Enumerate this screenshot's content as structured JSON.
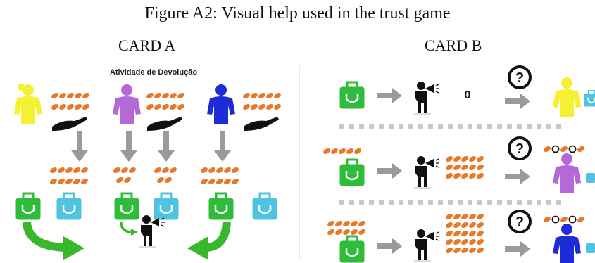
{
  "figure": {
    "caption": "Figure A2: Visual help used in the trust game"
  },
  "card_a": {
    "title": "CARD A",
    "heading": "Atividade de Devolução"
  },
  "card_b": {
    "title": "CARD B",
    "row1_amount": "0",
    "question_mark": "?"
  },
  "colors": {
    "yellow_person": "#f5f032",
    "purple_person": "#b36ad8",
    "blue_person": "#1d2bd9",
    "coin": "#e8792a",
    "green_bag": "#2ebc3a",
    "cyan_bag": "#4fc4e0",
    "arrow_gray": "#9a9a9a",
    "big_arrow_green": "#3ab82c"
  }
}
